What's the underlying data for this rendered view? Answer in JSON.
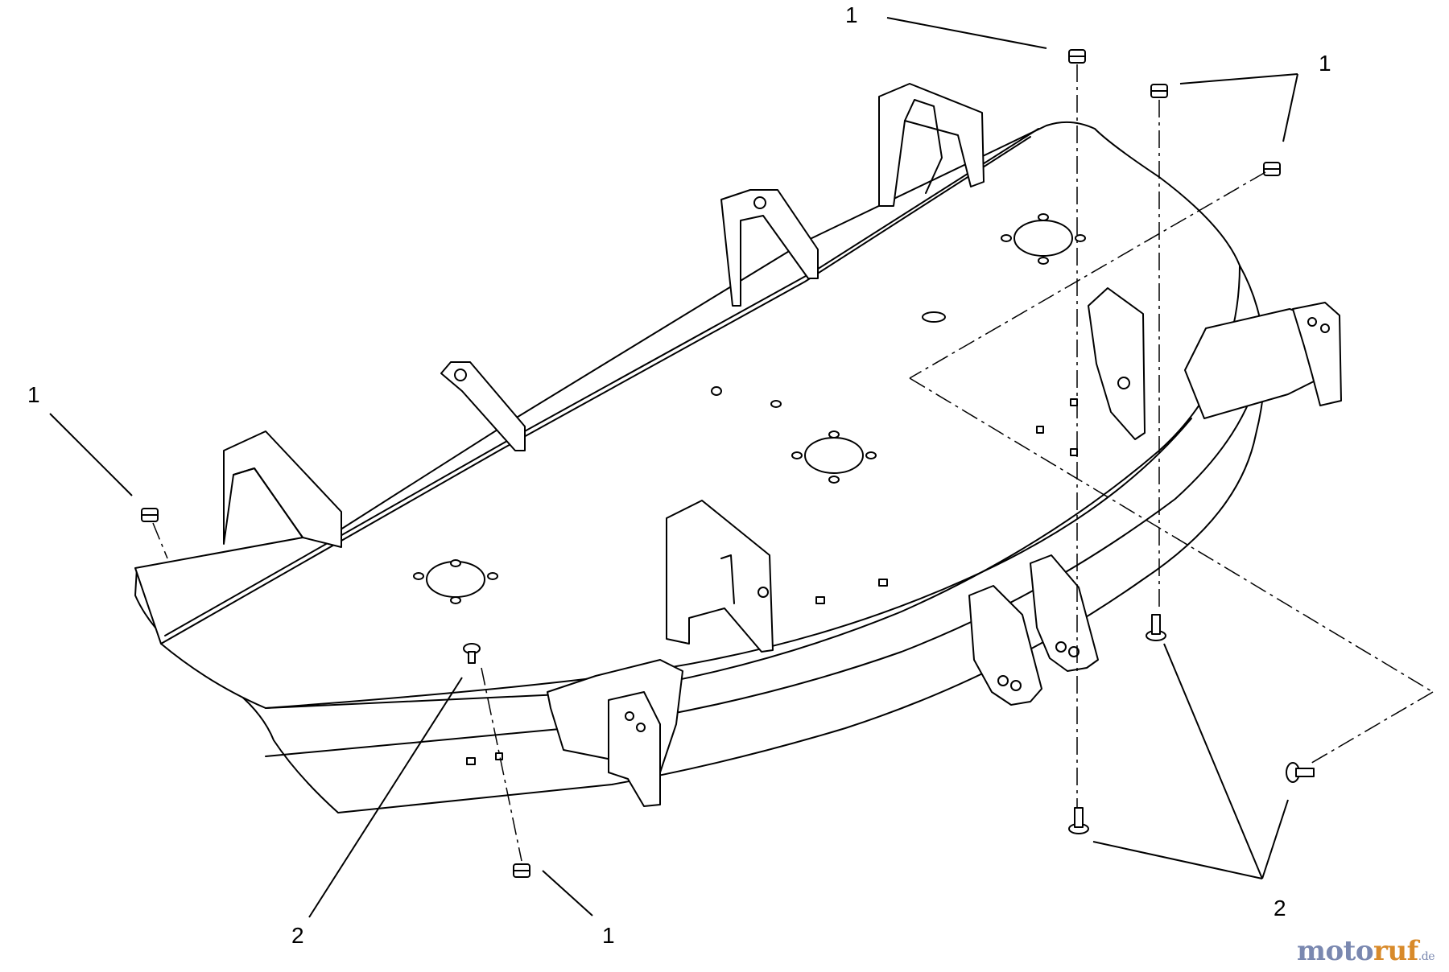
{
  "callouts": [
    {
      "id": "c-top",
      "text": "1"
    },
    {
      "id": "c-top-right",
      "text": "1"
    },
    {
      "id": "c-left",
      "text": "1"
    },
    {
      "id": "c-bottom-mid",
      "text": "1"
    },
    {
      "id": "c-bottom-left",
      "text": "2"
    },
    {
      "id": "c-bottom-right",
      "text": "2"
    }
  ],
  "watermark": {
    "part1": "moto",
    "part2": "ruf",
    "suffix": ".de"
  },
  "colors": {
    "line": "#000000",
    "background": "#ffffff",
    "watermark_blue": "#7a88b0",
    "watermark_orange": "#d88a2a"
  }
}
